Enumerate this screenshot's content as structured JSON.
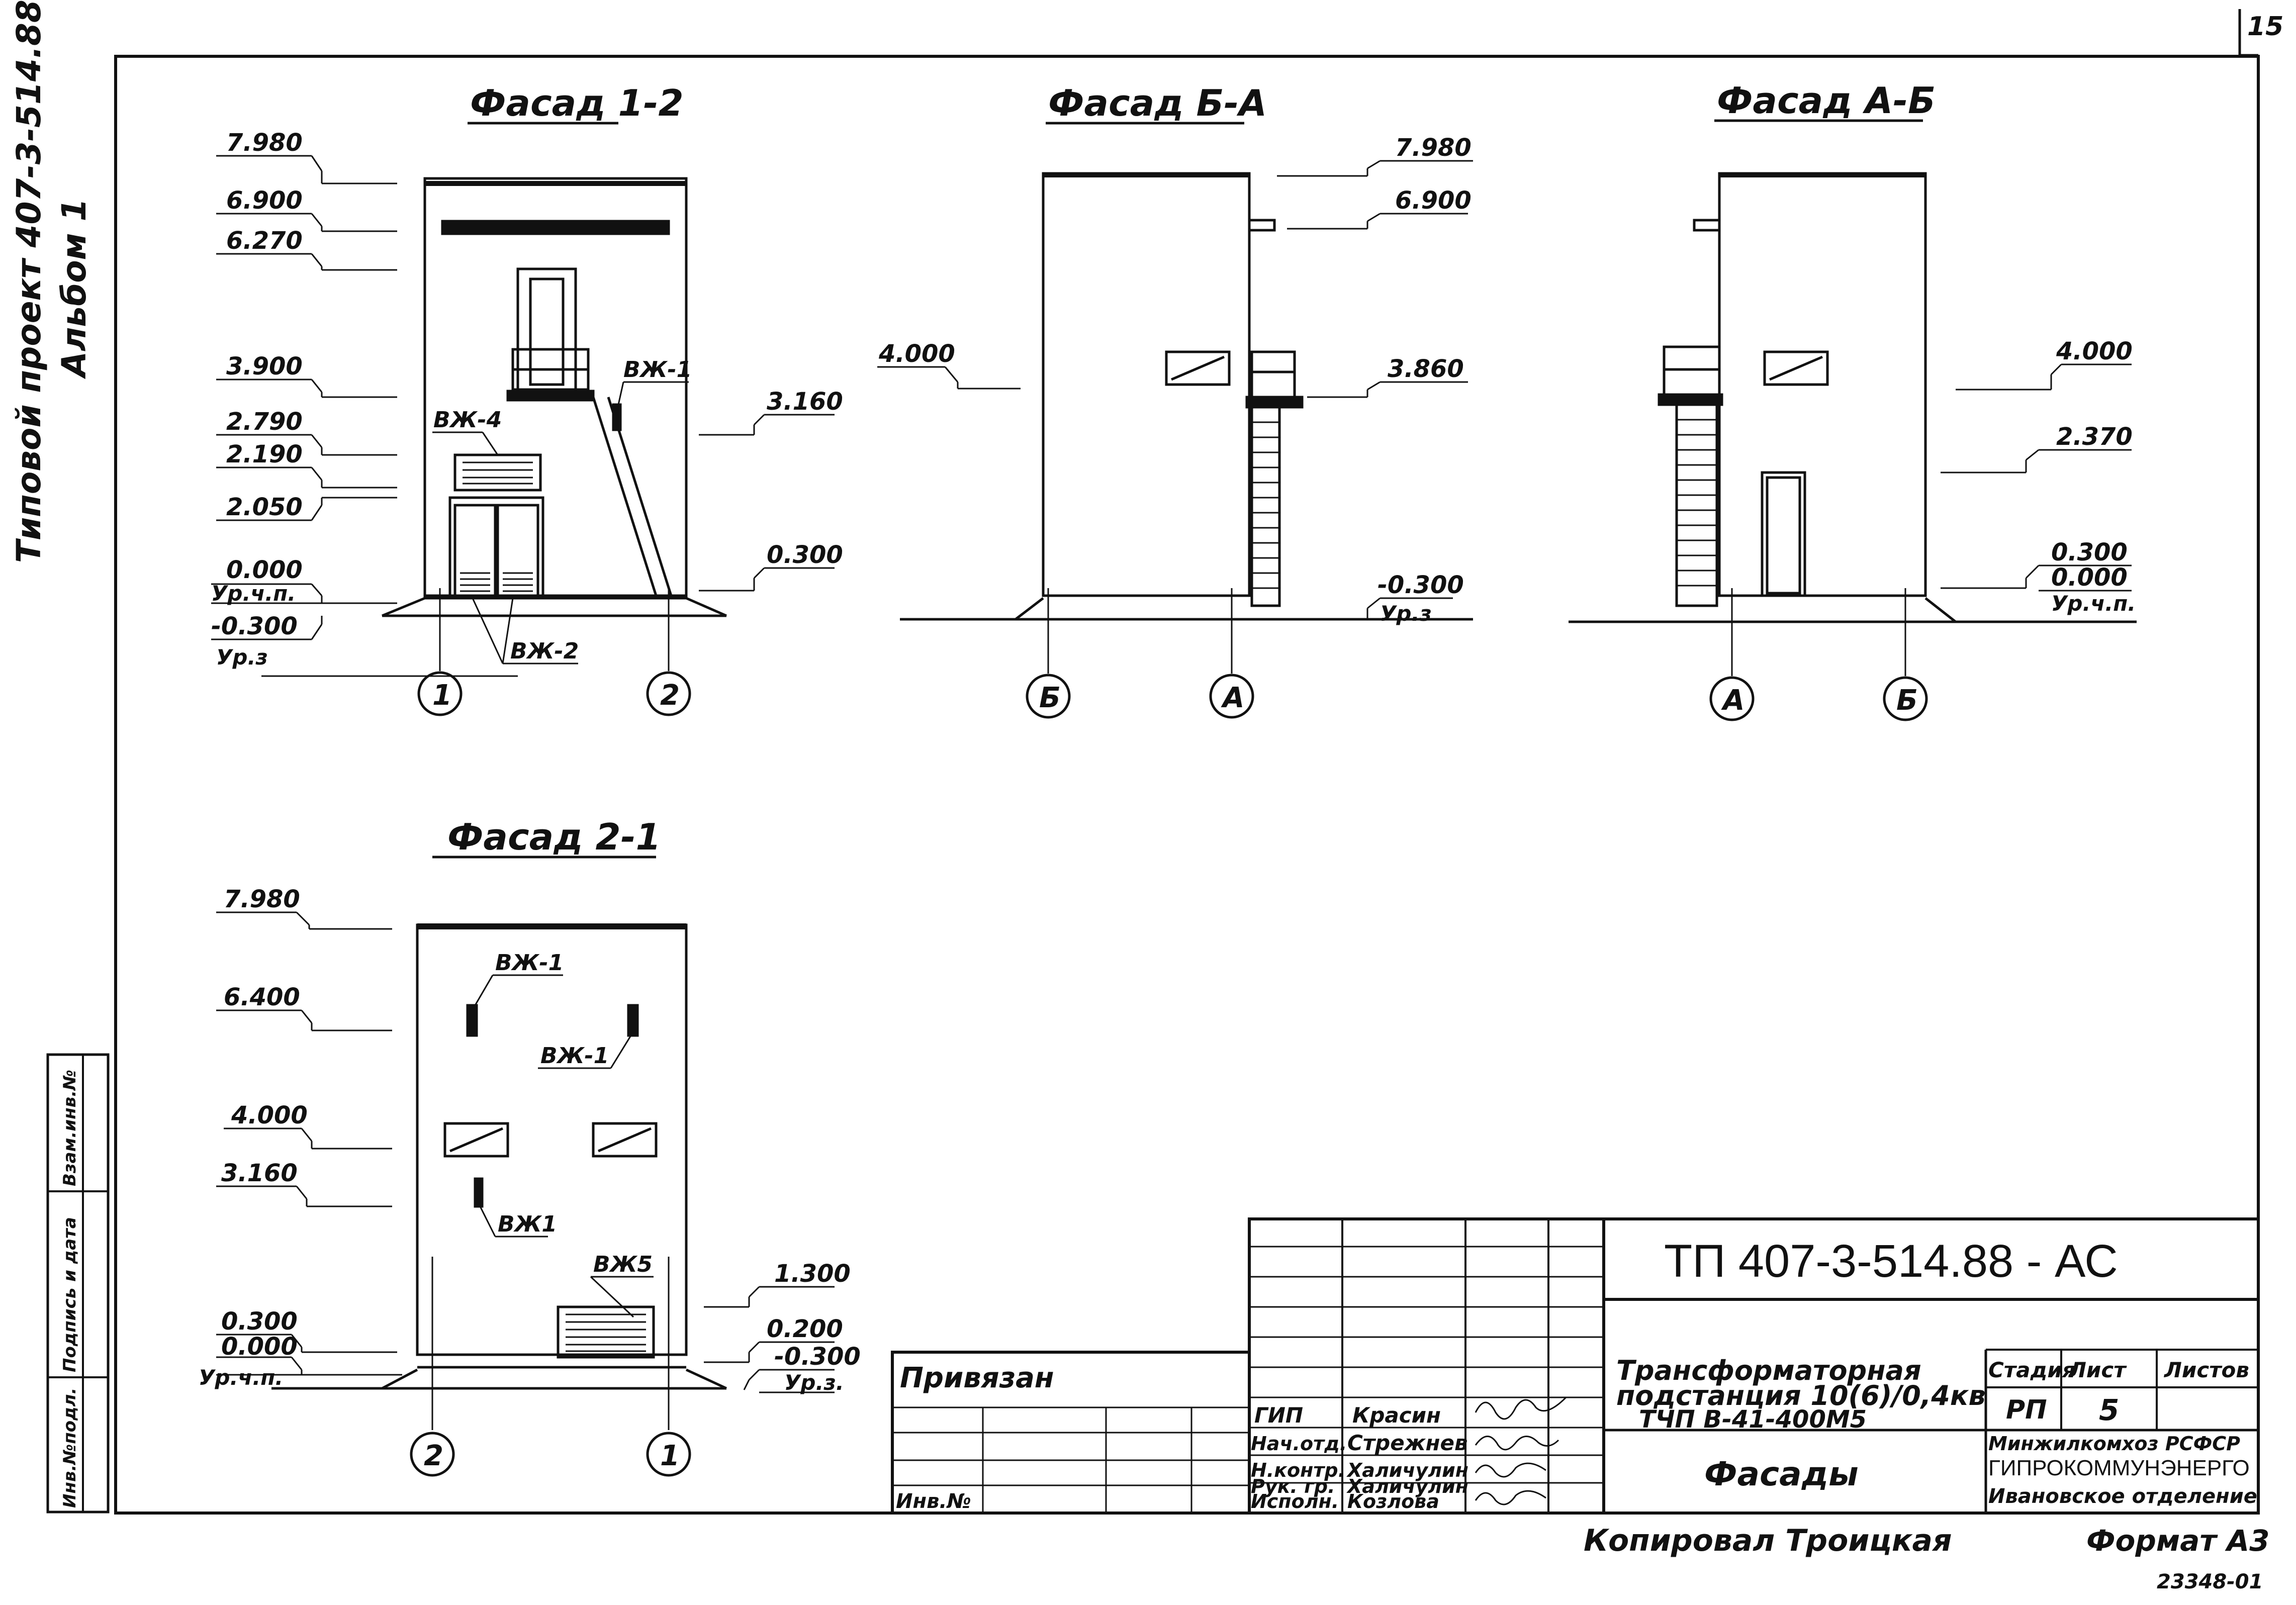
{
  "page_number": "15",
  "margin_stamp": {
    "line1": "Типовой  проект 407-3-514.88",
    "line2": "Альбом 1"
  },
  "side_table": {
    "cells": [
      "Инв.№подл.",
      "Подпись и дата",
      "Взам.инв.№"
    ]
  },
  "facades": {
    "f12": {
      "title": "Фасад 1-2",
      "levels": [
        "7.980",
        "6.900",
        "6.270",
        "3.900",
        "2.790",
        "2.190",
        "2.050",
        "0.000",
        "Ур.ч.п.",
        "-0.300",
        "Ур.з"
      ],
      "right_levels": [
        "3.160",
        "0.300"
      ],
      "marks": [
        "ВЖ-1",
        "ВЖ-4",
        "ВЖ-2"
      ],
      "axes": [
        "1",
        "2"
      ]
    },
    "fba": {
      "title": "Фасад Б-А",
      "levels": [
        "7.980",
        "6.900",
        "3.860",
        "-0.300",
        "Ур.з"
      ],
      "left_levels": [
        "4.000"
      ],
      "axes": [
        "Б",
        "А"
      ]
    },
    "fab": {
      "title": "Фасад А-Б",
      "levels": [
        "4.000",
        "2.370",
        "0.300",
        "0.000",
        "Ур.ч.п."
      ],
      "axes": [
        "А",
        "Б"
      ]
    },
    "f21": {
      "title": "Фасад 2-1",
      "levels": [
        "7.980",
        "6.400",
        "4.000",
        "3.160",
        "0.300",
        "0.000",
        "Ур.ч.п."
      ],
      "right_levels": [
        "1.300",
        "0.200",
        "-0.300",
        "Ур.з."
      ],
      "marks": [
        "ВЖ-1",
        "ВЖ-1",
        "ВЖ1",
        "ВЖ5"
      ],
      "axes": [
        "2",
        "1"
      ]
    }
  },
  "title_block": {
    "code": "ТП  407-3-514.88 - АС",
    "object_name": [
      "Трансформаторная",
      "подстанция 10(6)/0,4кв",
      "ТЧП  В-41-400М5"
    ],
    "sheet_name": "Фасады",
    "stage_header": "Стадия",
    "sheet_header": "Лист",
    "sheets_header": "Листов",
    "stage": "РП",
    "sheet": "5",
    "org": [
      "Минжилкомхоз РСФСР",
      "ГИПРОКОММУНЭНЕРГО",
      "Ивановское отделение"
    ],
    "tied_label": "Привязан",
    "inv_label": "Инв.№",
    "roles": [
      {
        "role": "ГИП",
        "name": "Красин"
      },
      {
        "role": "Нач.отд.",
        "name": "Стрежнев"
      },
      {
        "role": "Н.контр.",
        "name": "Халичулин"
      },
      {
        "role": "Рук. гр.",
        "name": "Халичулин"
      },
      {
        "role": "Исполн.",
        "name": "Козлова"
      }
    ]
  },
  "footer": {
    "copied": "Копировал Троицкая",
    "format": "Формат А3",
    "archive": "23348-01"
  }
}
